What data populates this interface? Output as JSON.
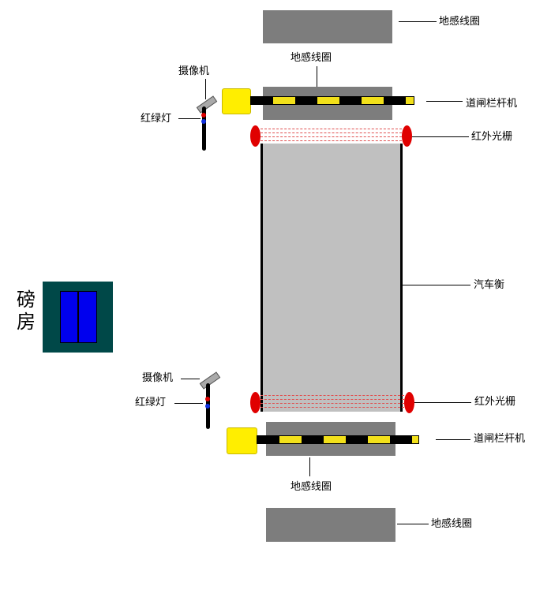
{
  "labels": {
    "loop_top_outer": "地感线圈",
    "loop_top_inner": "地感线圈",
    "camera_top": "摄像机",
    "traffic_light_top": "红绿灯",
    "barrier_top": "道闸栏杆机",
    "ir_grating_top": "红外光栅",
    "scale": "汽车衡",
    "weigh_house_line1": "磅",
    "weigh_house_line2": "房",
    "camera_bottom": "摄像机",
    "traffic_light_bottom": "红绿灯",
    "ir_grating_bottom": "红外光栅",
    "barrier_bottom": "道闸栏杆机",
    "loop_bottom_inner": "地感线圈",
    "loop_bottom_outer": "地感线圈"
  },
  "colors": {
    "loop": "#7d7d7d",
    "scale_platform": "#c0c0c0",
    "barrier_stripe_a": "#000000",
    "barrier_stripe_b": "#f2e01a",
    "barrier_box": "#ffee00",
    "ir_sensor": "#e00000",
    "house_frame": "#004848",
    "house_door": "#0000ee"
  }
}
